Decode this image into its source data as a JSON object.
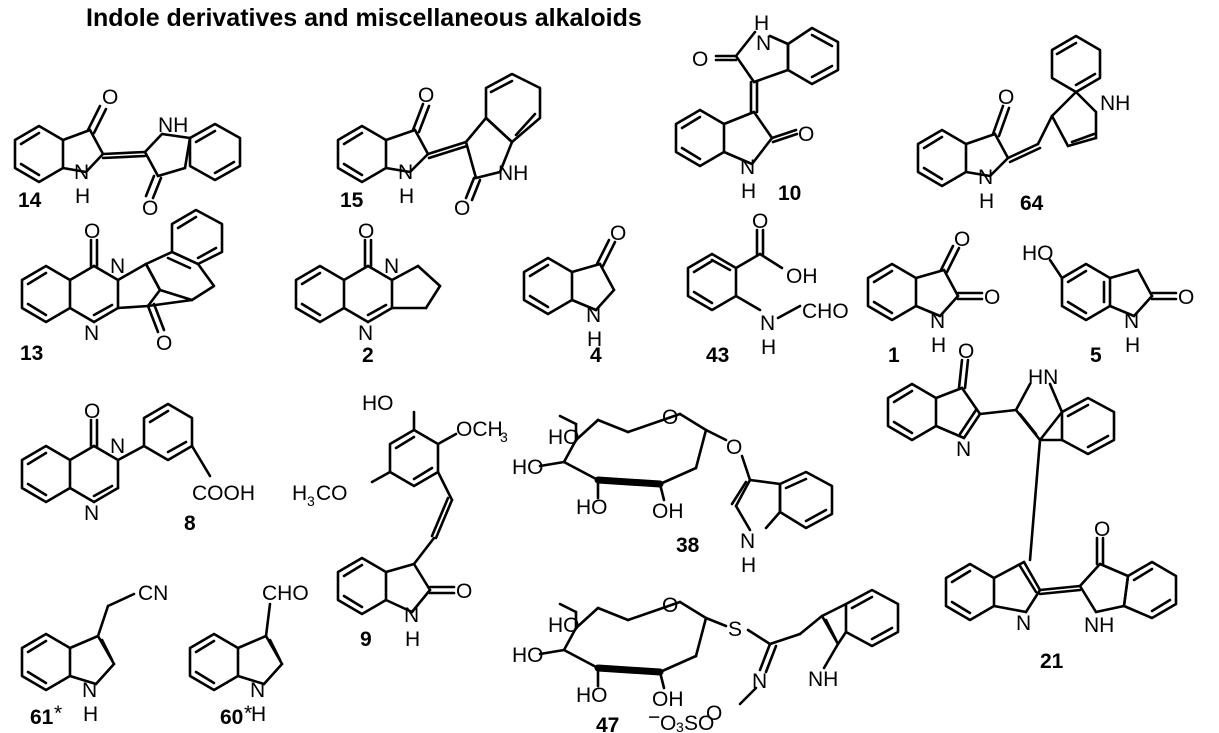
{
  "title": "Indole derivatives and miscellaneous alkaloids",
  "compounds": {
    "c14": "14",
    "c15": "15",
    "c10": "10",
    "c64": "64",
    "c13": "13",
    "c2": "2",
    "c4": "4",
    "c43": "43",
    "c1": "1",
    "c5": "5",
    "c8": "8",
    "c9": "9",
    "c38": "38",
    "c21": "21",
    "c61": "61",
    "c60": "60",
    "c47": "47"
  },
  "asterisk": "*",
  "atoms": {
    "O": "O",
    "N": "N",
    "NH": "NH",
    "H": "H",
    "HN": "HN",
    "S": "S",
    "OH": "OH",
    "HO": "HO",
    "CN": "CN",
    "CHO": "CHO",
    "COOH": "COOH",
    "OCH": "OCH",
    "three": "3",
    "H3C": "H",
    "CO_label": "CO",
    "minus": "−",
    "SO": "SO"
  }
}
